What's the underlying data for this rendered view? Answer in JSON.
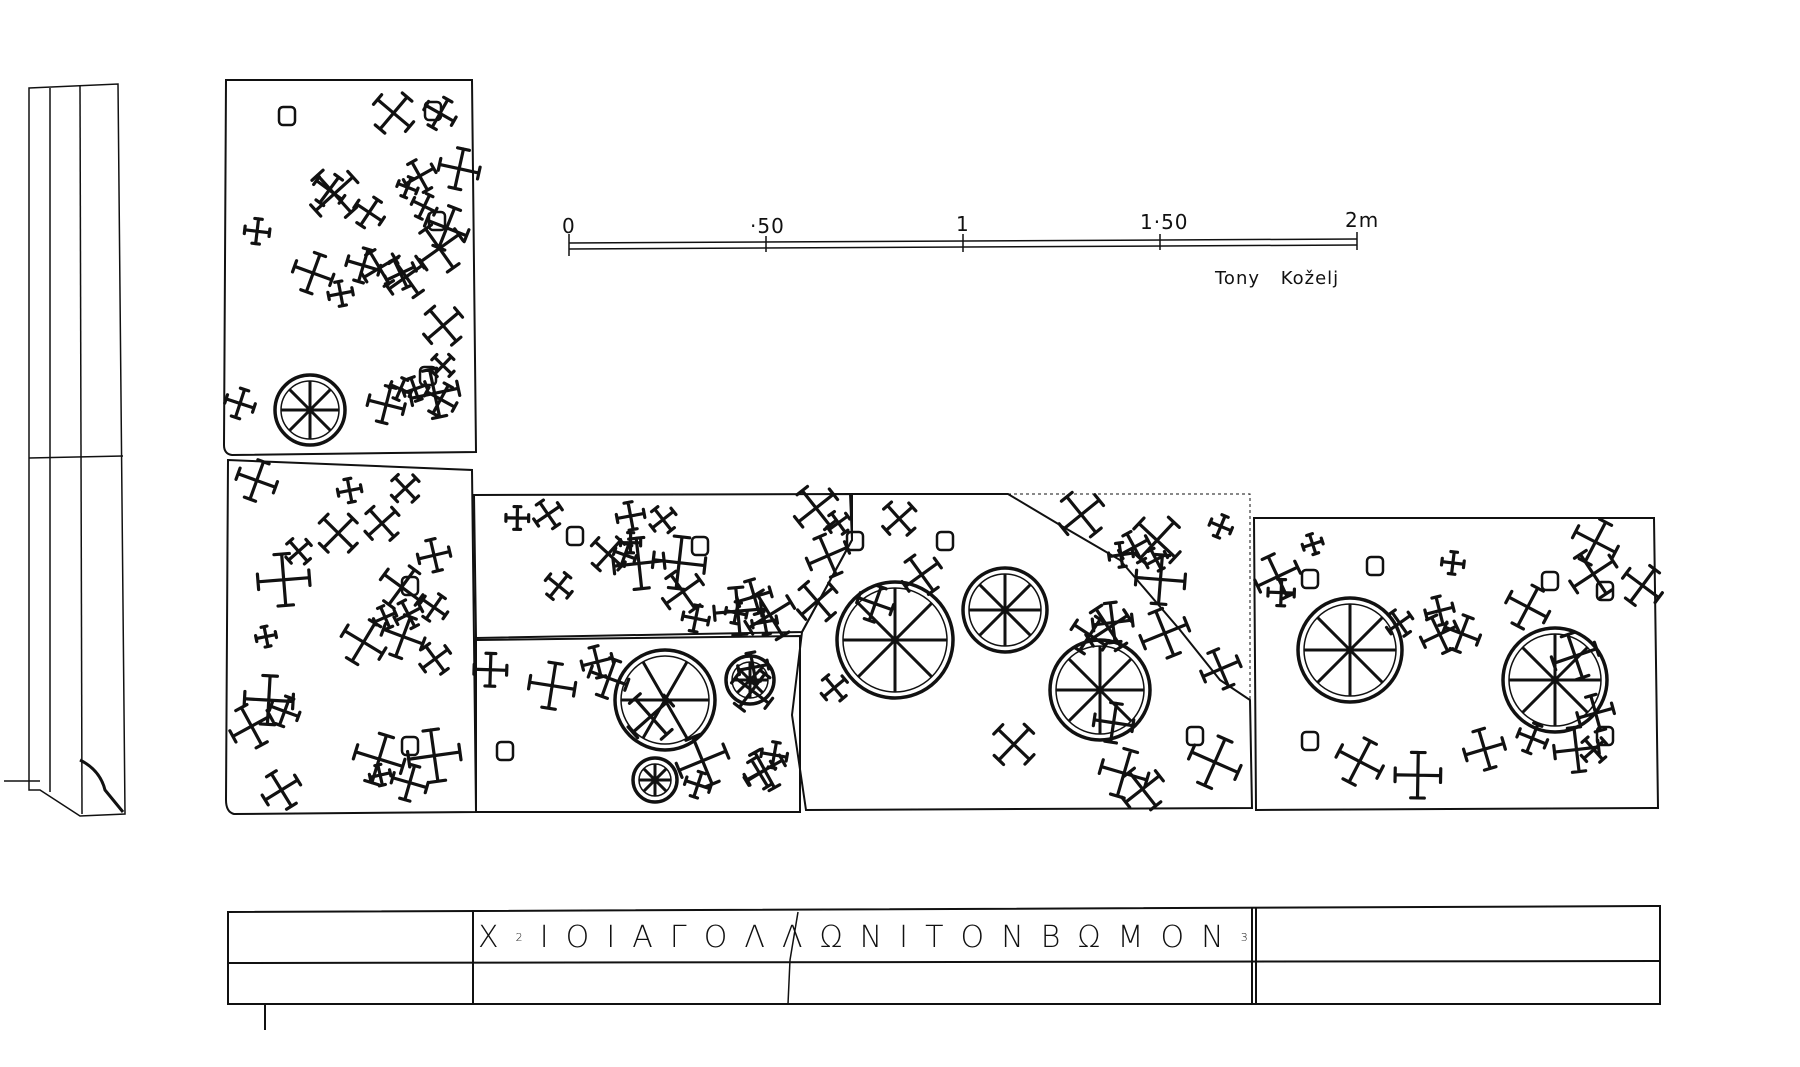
{
  "scale_bar": {
    "labels": [
      "0",
      "·50",
      "1",
      "1·50",
      "2m"
    ],
    "credit": "Tony Koželj"
  },
  "inscription": {
    "letters": [
      "Χ",
      "Ι",
      "Ο",
      "Ι",
      "Α",
      "Γ",
      "Ο",
      "Λ",
      "Λ",
      "Ω",
      "Ν",
      "Ι",
      "Τ",
      "Ο",
      "Ν",
      "Β",
      "Ω",
      "Μ",
      "Ο",
      "Ν"
    ],
    "block_numbers": [
      "2",
      "3"
    ]
  }
}
